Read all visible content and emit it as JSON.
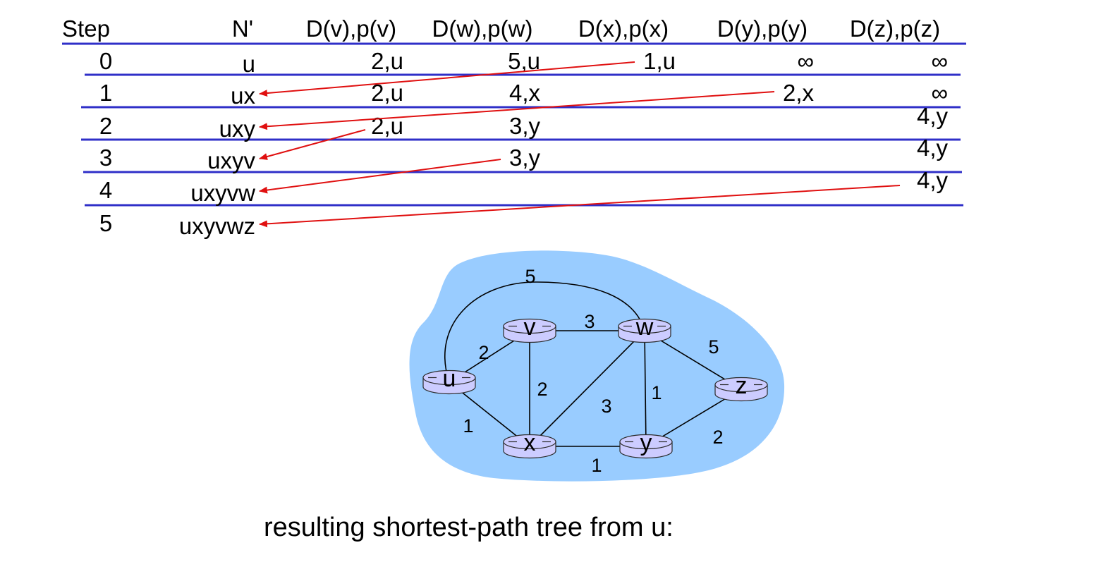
{
  "table": {
    "headers": [
      "Step",
      "N'",
      "D(v),p(v)",
      "D(w),p(w)",
      "D(x),p(x)",
      "D(y),p(y)",
      "D(z),p(z)"
    ],
    "rows": [
      {
        "step": "0",
        "nprime": "u",
        "cells": [
          "2,u",
          "5,u",
          "1,u",
          "∞",
          "∞"
        ]
      },
      {
        "step": "1",
        "nprime": "ux",
        "cells": [
          "2,u",
          "4,x",
          "",
          "2,x",
          "∞"
        ]
      },
      {
        "step": "2",
        "nprime": "uxy",
        "cells": [
          "2,u",
          "3,y",
          "",
          "",
          "4,y"
        ]
      },
      {
        "step": "3",
        "nprime": "uxyv",
        "cells": [
          "",
          "3,y",
          "",
          "",
          "4,y"
        ]
      },
      {
        "step": "4",
        "nprime": "uxyvw",
        "cells": [
          "",
          "",
          "",
          "",
          "4,y"
        ]
      },
      {
        "step": "5",
        "nprime": "uxyvwz",
        "cells": [
          "",
          "",
          "",
          "",
          ""
        ]
      }
    ],
    "arrows": [
      {
        "from_row": 0,
        "from_col": 2,
        "to_row": 1
      },
      {
        "from_row": 1,
        "from_col": 3,
        "to_row": 2
      },
      {
        "from_row": 2,
        "from_col": 0,
        "to_row": 3
      },
      {
        "from_row": 3,
        "from_col": 1,
        "to_row": 4
      },
      {
        "from_row": 4,
        "from_col": 4,
        "to_row": 5
      }
    ],
    "colors": {
      "rule": "#2f2fc8",
      "arrow": "#e01010"
    }
  },
  "graph": {
    "nodes": [
      "u",
      "v",
      "w",
      "x",
      "y",
      "z"
    ],
    "edges": [
      {
        "a": "u",
        "b": "w",
        "weight": "5"
      },
      {
        "a": "v",
        "b": "w",
        "weight": "3"
      },
      {
        "a": "w",
        "b": "z",
        "weight": "5"
      },
      {
        "a": "u",
        "b": "v",
        "weight": "2"
      },
      {
        "a": "v",
        "b": "x",
        "weight": "2"
      },
      {
        "a": "x",
        "b": "w",
        "weight": "3"
      },
      {
        "a": "w",
        "b": "y",
        "weight": "1"
      },
      {
        "a": "u",
        "b": "x",
        "weight": "1"
      },
      {
        "a": "x",
        "b": "y",
        "weight": "1"
      },
      {
        "a": "y",
        "b": "z",
        "weight": "2"
      }
    ],
    "colors": {
      "cloud": "#99ccff",
      "router": "#ccccff",
      "router_stroke": "#2a2a2a"
    }
  },
  "caption": "resulting shortest-path tree from u:"
}
